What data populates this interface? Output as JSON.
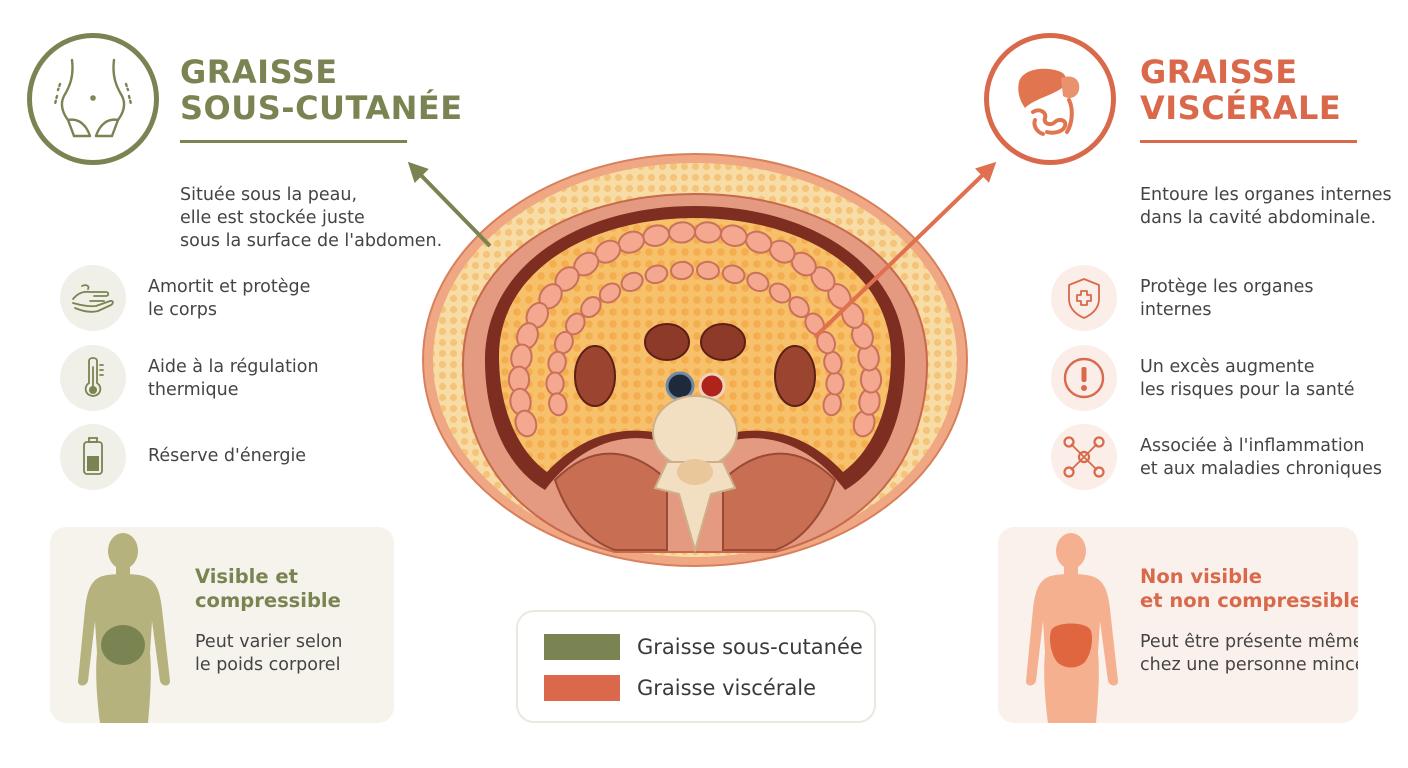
{
  "colors": {
    "subcutaneous": "#7a8452",
    "visceral": "#d9694a"
  },
  "left": {
    "icon": "waist-icon",
    "title_line1": "GRAISSE",
    "title_line2": "SOUS-CUTANÉE",
    "description": [
      "Située sous la peau,",
      "elle est stockée juste",
      "sous la surface de l'abdomen."
    ],
    "features": [
      {
        "icon": "hand-icon",
        "lines": [
          "Amortit et protège",
          "le corps"
        ]
      },
      {
        "icon": "thermometer-icon",
        "lines": [
          "Aide à la régulation",
          "thermique"
        ]
      },
      {
        "icon": "battery-icon",
        "lines": [
          "Réserve d'énergie"
        ]
      }
    ],
    "card": {
      "title": [
        "Visible et",
        "compressible"
      ],
      "body": [
        "Peut varier selon",
        "le poids corporel"
      ]
    }
  },
  "right": {
    "icon": "organs-icon",
    "title_line1": "GRAISSE",
    "title_line2": "VISCÉRALE",
    "description": [
      "Entoure les organes internes",
      "dans la cavité abdominale."
    ],
    "features": [
      {
        "icon": "shield-icon",
        "lines": [
          "Protège les organes",
          "internes"
        ]
      },
      {
        "icon": "exclamation-icon",
        "lines": [
          "Un excès augmente",
          "les risques pour la santé"
        ]
      },
      {
        "icon": "network-icon",
        "lines": [
          "Associée à l'inflammation",
          "et aux maladies chroniques"
        ]
      }
    ],
    "card": {
      "title": [
        "Non visible",
        "et non compressible"
      ],
      "body": [
        "Peut être présente même",
        "chez une personne mince"
      ]
    }
  },
  "legend": [
    {
      "label": "Graisse sous-cutanée",
      "color": "#7a8452"
    },
    {
      "label": "Graisse viscérale",
      "color": "#d9694a"
    }
  ]
}
